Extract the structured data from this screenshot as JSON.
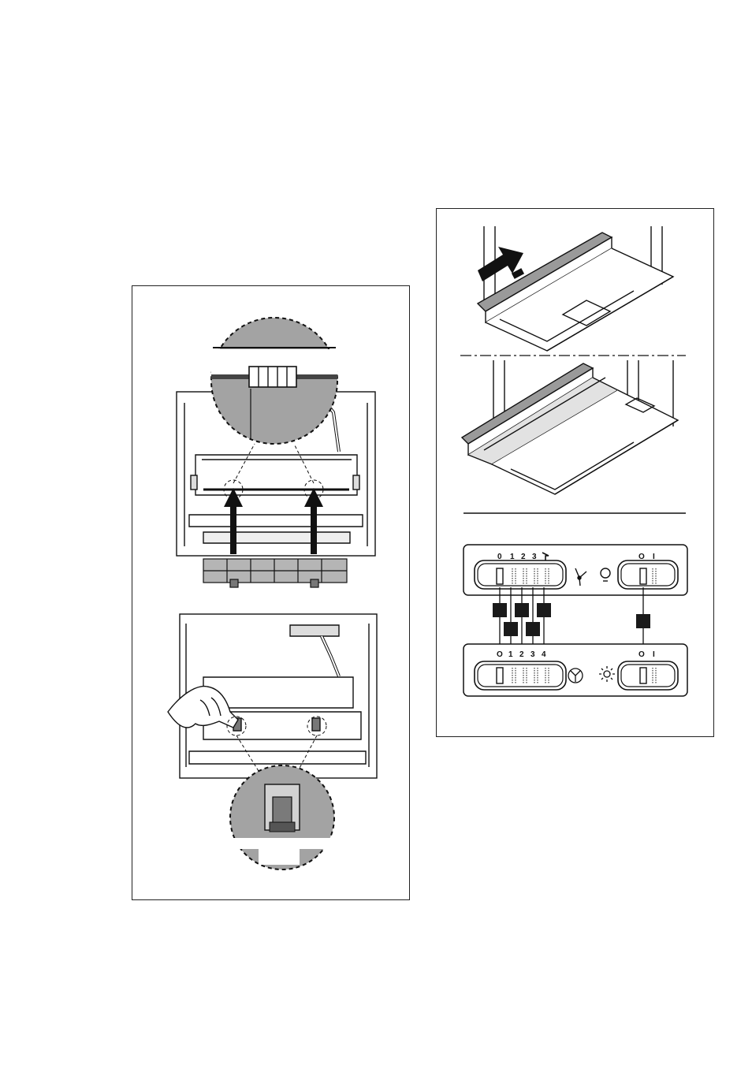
{
  "control_panel_top": {
    "fan_scale": [
      "0",
      "1",
      "2",
      "3"
    ],
    "light_scale": [
      "O",
      "I"
    ],
    "icons": [
      "fan-icon",
      "bulb-icon",
      "boost-icon"
    ]
  },
  "control_panel_bottom": {
    "fan_scale": [
      "O",
      "1",
      "2",
      "3",
      "4"
    ],
    "light_scale": [
      "O",
      "I"
    ],
    "icons": [
      "fan-icon",
      "sun-icon"
    ]
  },
  "colors": {
    "line": "#111111",
    "shade": "#9a9a9a",
    "light_shade": "#c9c9c9",
    "marker": "#1a1a1a"
  }
}
